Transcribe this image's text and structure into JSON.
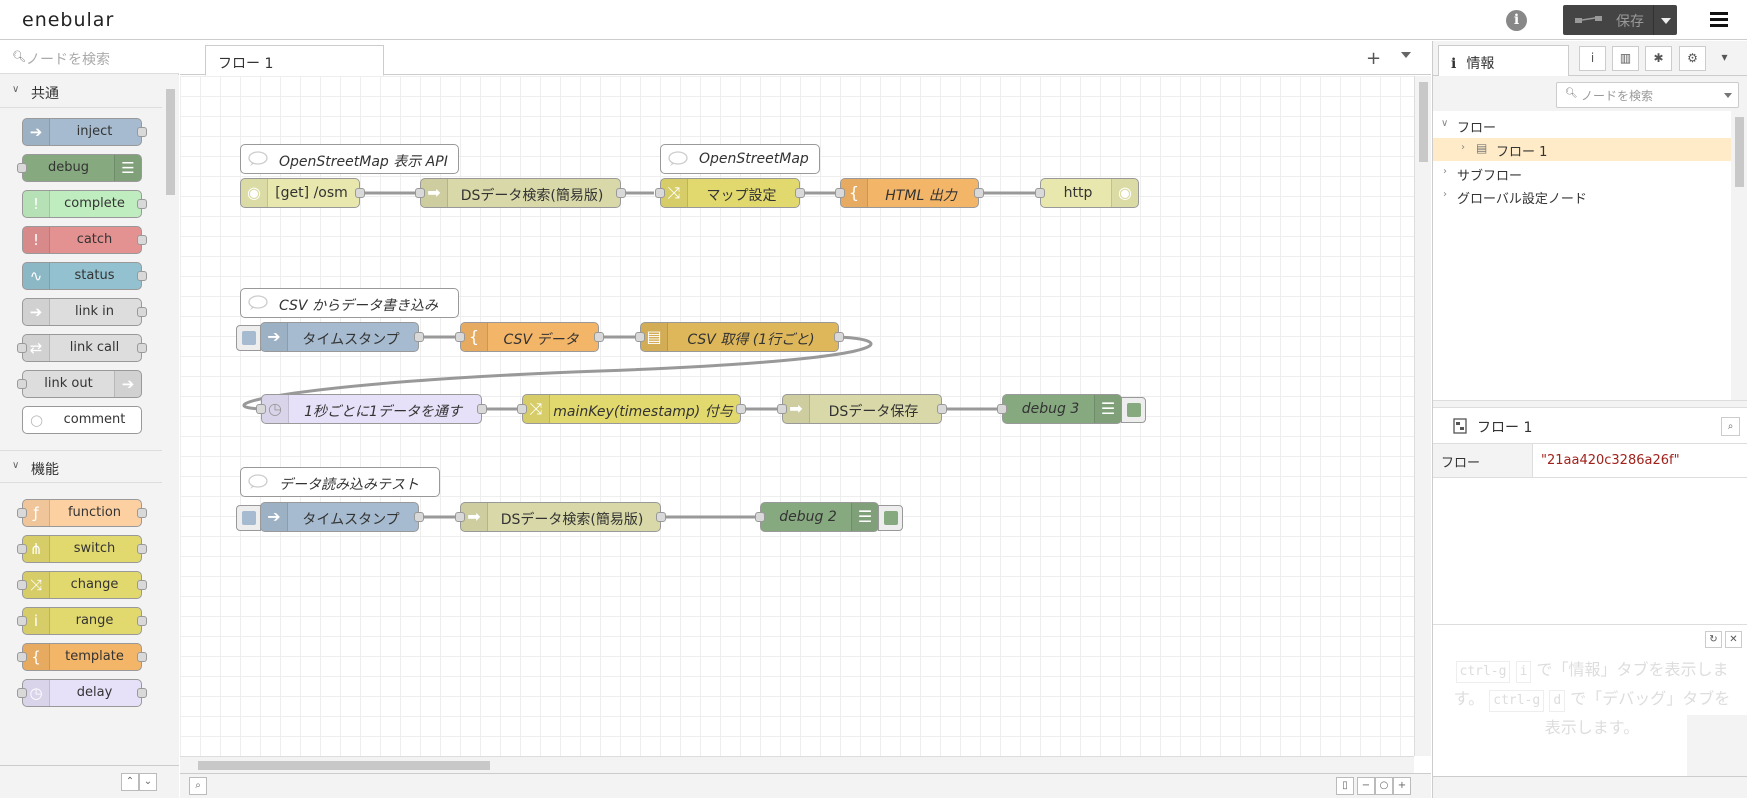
{
  "app": {
    "logo": "enebular",
    "deploy_label": "保存"
  },
  "palette": {
    "search_placeholder": "ノードを検索",
    "categories": [
      {
        "label": "共通",
        "nodes": [
          "inject",
          "debug",
          "complete",
          "catch",
          "status",
          "link in",
          "link call",
          "link out",
          "comment"
        ]
      },
      {
        "label": "機能",
        "nodes": [
          "function",
          "switch",
          "change",
          "range",
          "template",
          "delay"
        ]
      }
    ]
  },
  "workspace": {
    "tab_label": "フロー 1"
  },
  "flow": {
    "comments": [
      "OpenStreetMap 表示 API",
      "OpenStreetMap",
      "CSV からデータ書き込み",
      "データ読み込みテスト"
    ],
    "nodes": [
      "[get] /osm",
      "DSデータ検索(簡易版)",
      "マップ設定",
      "HTML 出力",
      "http",
      "タイムスタンプ",
      "CSV データ",
      "CSV 取得 (1行ごと)",
      "1秒ごとに1データを通す",
      "mainKey(timestamp) 付与",
      "DSデータ保存",
      "debug 3",
      "タイムスタンプ",
      "DSデータ検索(簡易版)",
      "debug 2"
    ]
  },
  "sidebar": {
    "tab_label": "情報",
    "search_placeholder": "ノードを検索",
    "tree": [
      "フロー",
      "フロー 1",
      "サブフロー",
      "グローバル設定ノード"
    ],
    "props_title": "フロー 1",
    "prop_key": "フロー",
    "prop_value": "\"21aa420c3286a26f\"",
    "help": {
      "k1": "ctrl-g",
      "k2": "i",
      "t1": " で「情報」タブを表示します。",
      "k3": "ctrl-g",
      "k4": "d",
      "t2": " で「デバッグ」タブを表示します。"
    }
  },
  "colors": {
    "inject": "#a6bbcf",
    "debug": "#87a980",
    "complete": "#c0edc0",
    "catch": "#e49191",
    "status": "#94c1d0",
    "link": "#dddddd",
    "function": "#fdd0a2",
    "switch": "#e2d96e",
    "template": "#f3b567",
    "http": "#e7e7ae",
    "datastore": "#d8d8a8",
    "csv": "#deb75b",
    "delay": "#e6e0f8",
    "selection": "#ffebc7"
  }
}
